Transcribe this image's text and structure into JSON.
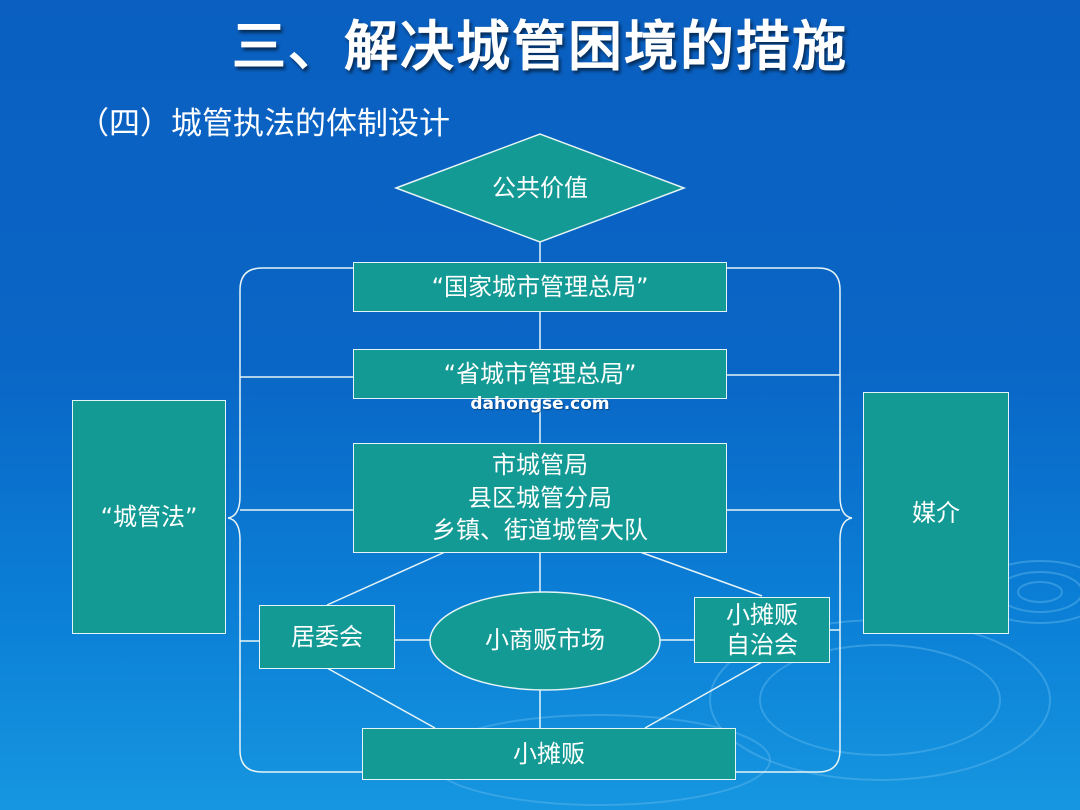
{
  "title": "三、解决城管困境的措施",
  "subtitle": "（四）城管执法的体制设计",
  "nodes": {
    "public_value": "公共价值",
    "national_bureau": "“国家城市管理总局”",
    "provincial_bureau": "“省城市管理总局”",
    "city_bureau_lines": [
      "市城管局",
      "县区城管分局",
      "乡镇、街道城管大队"
    ],
    "law": "“城管法”",
    "media": "媒介",
    "residents_committee": "居委会",
    "vendor_market": "小商贩市场",
    "vendor_autonomy_lines": [
      "小摊贩",
      "自治会"
    ],
    "vendors": "小摊贩"
  },
  "watermark": "dahongse.com",
  "colors": {
    "node_fill": "#149a94",
    "node_border": "#e6f4f6",
    "background": "#0a66c6"
  }
}
